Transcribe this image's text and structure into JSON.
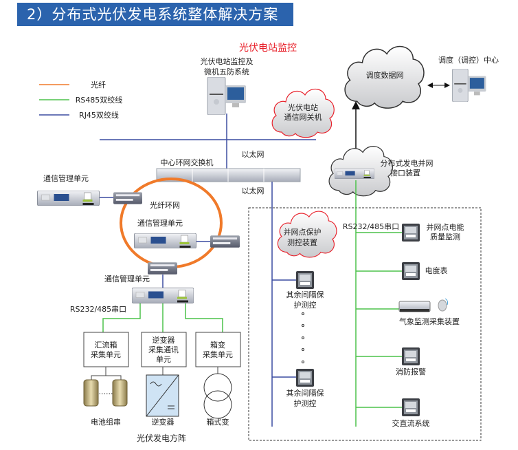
{
  "title": "2）分布式光伏发电系统整体解决方案",
  "colors": {
    "title_bar": "#2b63ad",
    "fiber": "#f07a2a",
    "rs485": "#4cc24a",
    "rj45": "#3a4ca0",
    "cloud_outline": "#e8202a"
  },
  "legend": [
    {
      "label": "光纤",
      "color": "#f07a2a"
    },
    {
      "label": "RS485双绞线",
      "color": "#4cc24a"
    },
    {
      "label": "RJ45双绞线",
      "color": "#3a4ca0"
    }
  ],
  "station_title": "光伏电站监控",
  "monitor_system": [
    "光伏电站监控及",
    "微机五防系统"
  ],
  "gateway_cloud": [
    "光伏电站",
    "通信网关机"
  ],
  "dispatch_cloud": "调度数据网",
  "dispatch_center": "调度（调控）中心",
  "grid_interface": [
    "分布式发电并网",
    "接口装置"
  ],
  "core_switch": "中心环网交换机",
  "ethernet_top": "以太网",
  "ethernet_bottom": "以太网",
  "fiber_ring": "光纤环网",
  "comm_units": [
    "通信管理单元",
    "通信管理单元",
    "通信管理单元"
  ],
  "serial_left": "RS232/485串口",
  "boxes": [
    [
      "汇流箱",
      "采集单元"
    ],
    [
      "逆变器",
      "采集通讯",
      "单元"
    ],
    [
      "箱变",
      "采集单元"
    ]
  ],
  "battery_dots": "......",
  "array_items": [
    "电池组串",
    "逆变器",
    "箱式变"
  ],
  "array_title": "光伏发电方阵",
  "protection_cloud": [
    "并网点保护",
    "测控装置"
  ],
  "bay_protection": [
    [
      "其余间隔保",
      "护测控"
    ],
    [
      "其余间隔保",
      "护测控"
    ]
  ],
  "serial_right": "RS232/485串口",
  "right_devices": [
    [
      "并网点电能",
      "质量监测"
    ],
    [
      "电度表"
    ],
    [
      "气象监测采集装置"
    ],
    [
      "消防报警"
    ],
    [
      "交直流系统"
    ]
  ]
}
